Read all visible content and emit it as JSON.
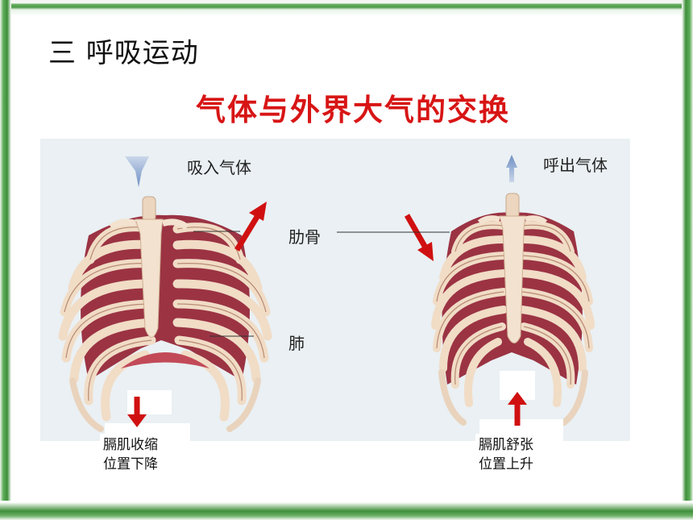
{
  "heading": "三 呼吸运动",
  "subtitle": "气体与外界大气的交换",
  "figure": {
    "left_label_inhale": "吸入气体",
    "right_label_exhale": "呼出气体",
    "rib_label": "肋骨",
    "lung_label": "肺"
  },
  "captions": {
    "left_line1": "膈肌收缩",
    "left_line2": "位置下降",
    "right_line1": "膈肌舒张",
    "right_line2": "位置上升"
  },
  "colors": {
    "frame_green": "#3e8f3a",
    "subtitle_red": "#d81515",
    "arrow_red": "#d01010",
    "rib_bone": "#f1dcc6",
    "lung_tissue": "#9b3343",
    "air_arrow_blue": "#8ea9d6"
  },
  "icons": [
    "down-arrow-icon",
    "up-arrow-icon",
    "air-inflow-icon",
    "air-outflow-icon"
  ]
}
